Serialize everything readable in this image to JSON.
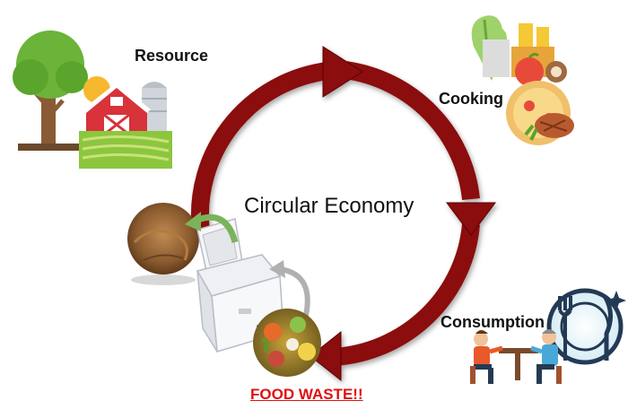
{
  "diagram": {
    "center_label": "Circular Economy",
    "stages": [
      {
        "label": "Resource",
        "icon": "farm-icon"
      },
      {
        "label": "Cooking",
        "icon": "food-ingredients-icon"
      },
      {
        "label": "Consumption",
        "icon": "dining-people-icon"
      },
      {
        "label": "FOOD WASTE!!",
        "icon": "food-waste-icon"
      }
    ],
    "compost_icon": "compost-soil-icon",
    "machine_icon": "food-waste-composter-icon",
    "colors": {
      "cycle_arrow": "#8b0a0a",
      "waste_label": "#e01010",
      "machine_arrow": "#7bb35a"
    }
  }
}
